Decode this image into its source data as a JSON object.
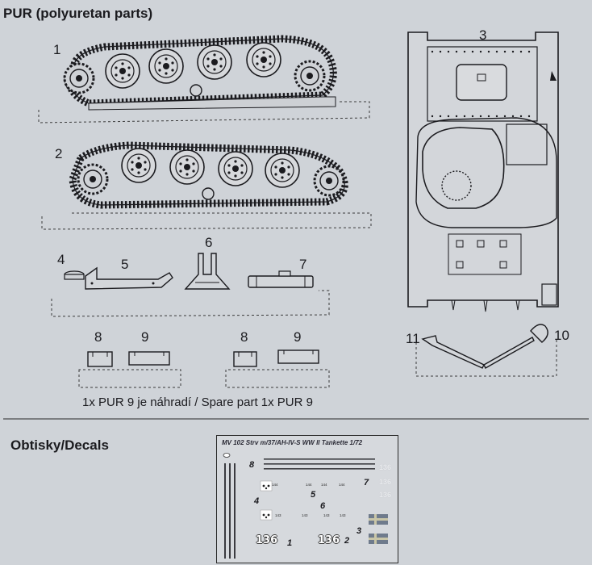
{
  "pur_title": "PUR (polyuretan parts)",
  "part_numbers": {
    "n1": "1",
    "n2": "2",
    "n3": "3",
    "n4": "4",
    "n5": "5",
    "n6": "6",
    "n7": "7",
    "n8a": "8",
    "n9a": "9",
    "n8b": "8",
    "n9b": "9",
    "n10": "10",
    "n11": "11"
  },
  "spare_note": "1x PUR 9 je náhradí / Spare part 1x PUR 9",
  "decals_title": "Obtisky/Decals",
  "decal_sheet": {
    "header": "MV 102 Strv m/37/AH-IV-S WW II Tankette   1/72",
    "numbers": [
      "1",
      "2",
      "3",
      "4",
      "5",
      "6",
      "7",
      "8"
    ],
    "small_codes_row1": [
      "144",
      "144",
      "144",
      "144"
    ],
    "small_codes_row2": [
      "143",
      "143",
      "143",
      "143"
    ],
    "tank_number": "136",
    "ghost_codes": [
      "136",
      "136",
      "136"
    ]
  },
  "colors": {
    "paper": "#cfd3d8",
    "ink": "#1b1b1f",
    "decal_flag_blue": "#6f7b8c",
    "decal_flag_yellow": "#c9c6a8"
  }
}
